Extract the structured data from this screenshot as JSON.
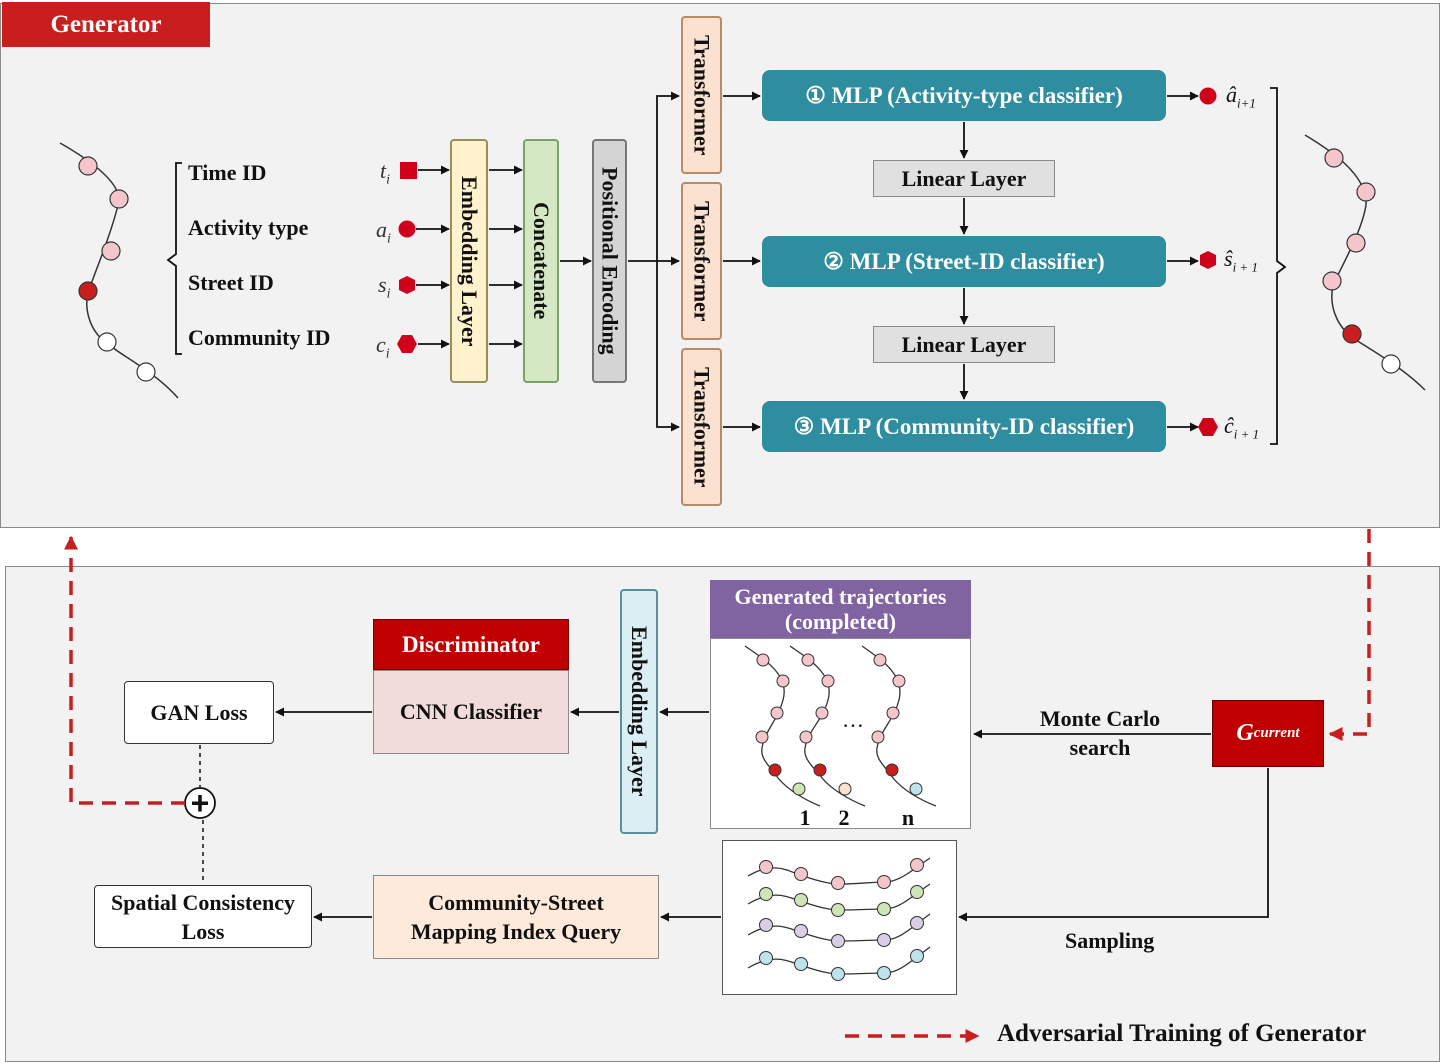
{
  "generator": {
    "title": "Generator",
    "inputs": [
      {
        "label": "Time ID",
        "var": "t",
        "sub": "i"
      },
      {
        "label": "Activity type",
        "var": "a",
        "sub": "i"
      },
      {
        "label": "Street ID",
        "var": "s",
        "sub": "i"
      },
      {
        "label": "Community ID",
        "var": "c",
        "sub": "i"
      }
    ],
    "embedding_layer": "Embedding Layer",
    "concatenate": "Concatenate",
    "positional_encoding": "Positional Encoding",
    "transformer": "Transformer",
    "mlps": [
      {
        "num": "①",
        "label": "MLP (Activity-type classifier)"
      },
      {
        "num": "②",
        "label": "MLP (Street-ID classifier)"
      },
      {
        "num": "③",
        "label": "MLP (Community-ID classifier)"
      }
    ],
    "linear_layer": "Linear Layer",
    "outputs": [
      {
        "var": "â",
        "sub": "i+1"
      },
      {
        "var": "ŝ",
        "sub": "i + 1"
      },
      {
        "var": "ĉ",
        "sub": "i + 1"
      }
    ]
  },
  "lower": {
    "generated_trajectories": "Generated trajectories (completed)",
    "trajectory_indices": [
      "1",
      "2",
      "n"
    ],
    "ellipsis": "…",
    "embedding_layer": "Embedding Layer",
    "discriminator": "Discriminator",
    "cnn_classifier": "CNN Classifier",
    "gan_loss": "GAN Loss",
    "plus": "+",
    "spatial_loss": "Spatial Consistency Loss",
    "mapping_query": "Community-Street Mapping Index Query",
    "monte_carlo": "Monte Carlo search",
    "sampling": "Sampling",
    "g_current": {
      "main": "G",
      "sub": "current"
    },
    "legend": "Adversarial Training of Generator"
  },
  "colors": {
    "red": "#c81e1e",
    "teal": "#2f8da0",
    "pink_node": "#f4c6cc",
    "green_node": "#cfe5b8",
    "purple_node": "#d8cfe6",
    "cyan_node": "#bfe3ea",
    "embedding_fill": "#fff2cc",
    "concat_fill": "#d5e8c4",
    "pos_fill": "#d4d4d4",
    "transformer_fill": "#fbe1cf",
    "gen_traj_header": "#8064a2",
    "disc_header": "#c00000",
    "disc_body": "#f2dcdb",
    "mapping_fill": "#fdeada",
    "emb2_fill": "#dbeef4"
  }
}
